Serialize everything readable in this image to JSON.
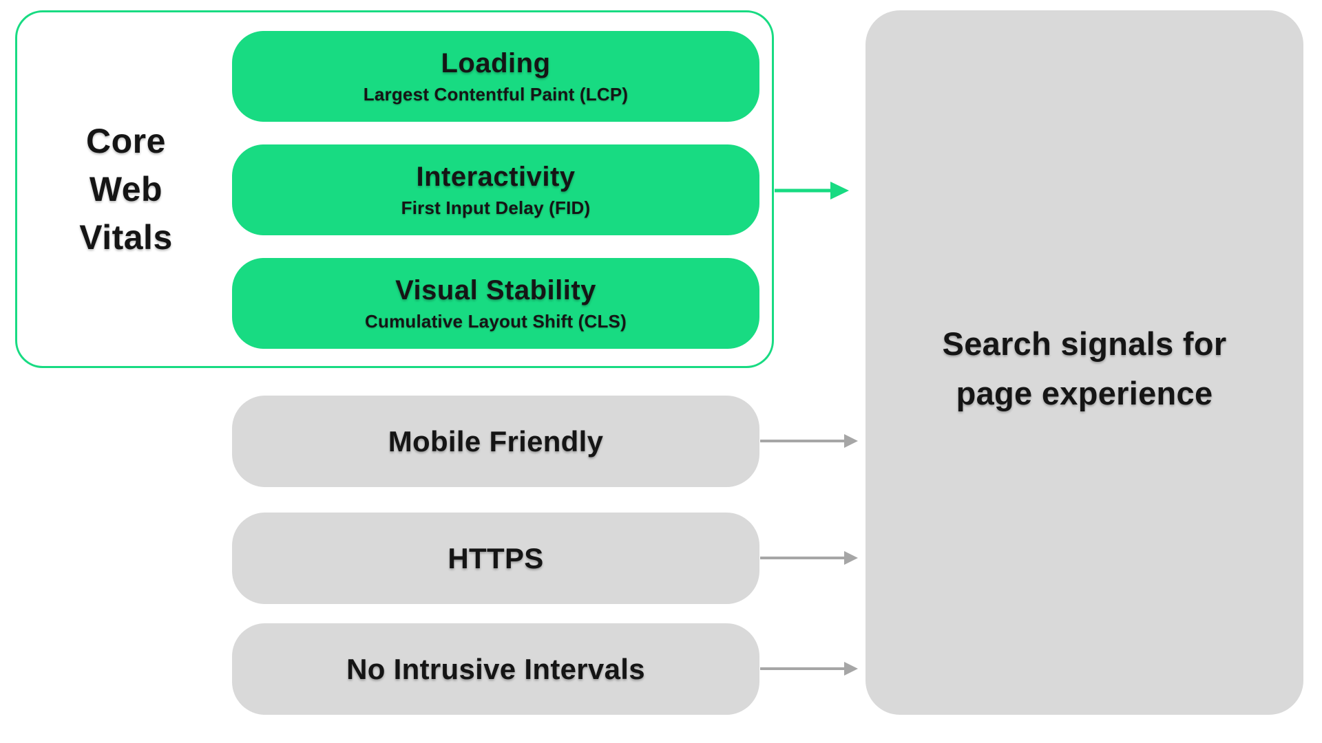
{
  "colors": {
    "green": "#18DB82",
    "light_gray": "#D9D9D9",
    "arrow_gray": "#A6A6A6",
    "text_dark": "#151515",
    "page_bg": "#FFFFFF"
  },
  "core_web_vitals": {
    "group_label": "Core Web Vitals",
    "items": [
      {
        "title": "Loading",
        "subtitle": "Largest Contentful Paint (LCP)"
      },
      {
        "title": "Interactivity",
        "subtitle": "First Input Delay (FID)"
      },
      {
        "title": "Visual Stability",
        "subtitle": "Cumulative Layout Shift (CLS)"
      }
    ]
  },
  "other_signals": [
    {
      "label": "Mobile Friendly"
    },
    {
      "label": "HTTPS"
    },
    {
      "label": "No Intrusive Intervals"
    }
  ],
  "result_panel": {
    "label": "Search signals for page experience"
  }
}
